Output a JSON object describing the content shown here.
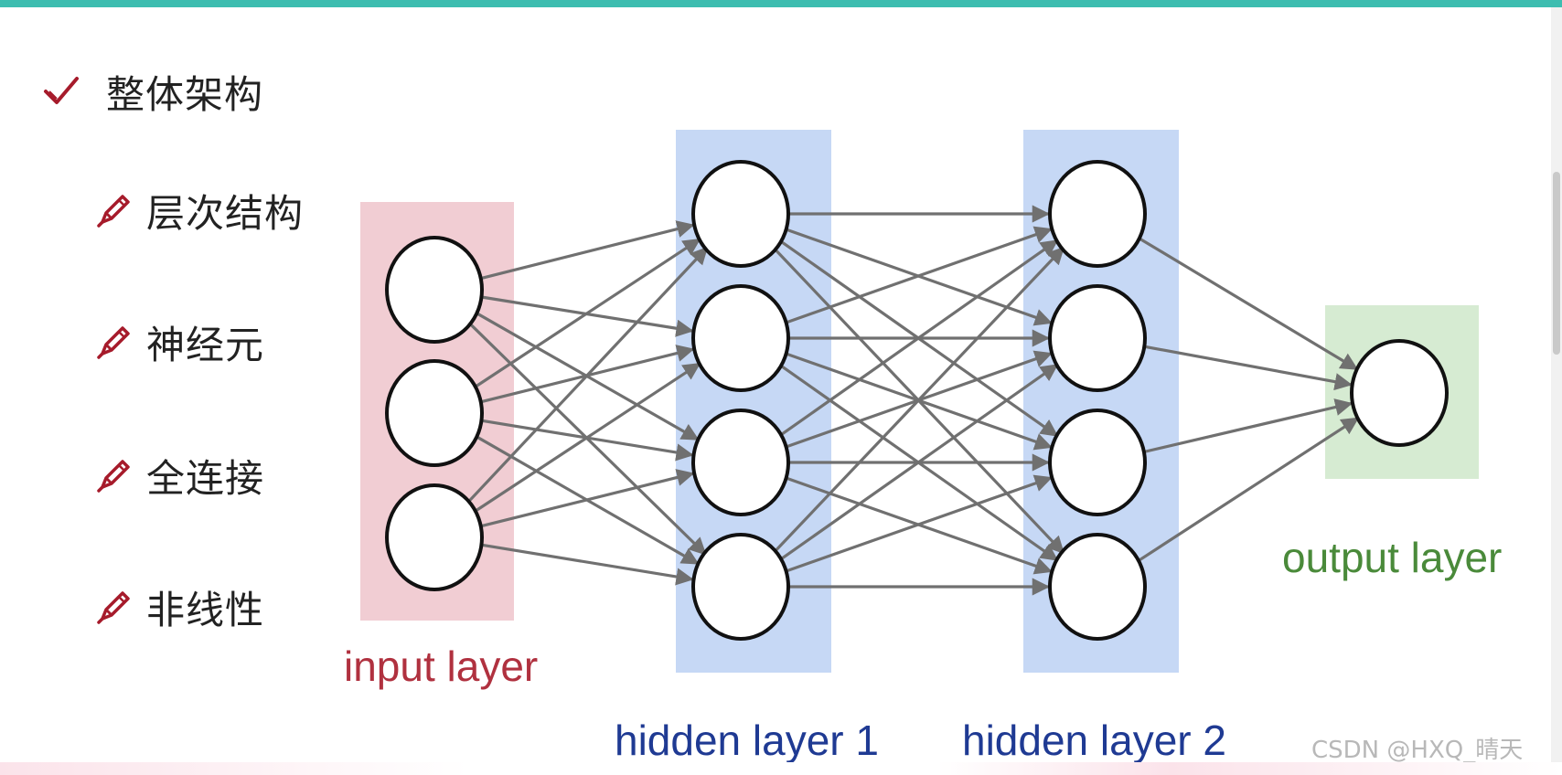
{
  "heading": {
    "text": "整体架构",
    "icon": "check-icon",
    "icon_color": "#a61b2b"
  },
  "items": [
    {
      "text": "层次结构",
      "icon": "pencil-icon"
    },
    {
      "text": "神经元",
      "icon": "pencil-icon"
    },
    {
      "text": "全连接",
      "icon": "pencil-icon"
    },
    {
      "text": "非线性",
      "icon": "pencil-icon"
    }
  ],
  "network": {
    "layer_sizes": [
      3,
      4,
      4,
      1
    ],
    "labels": {
      "input": "input layer",
      "hidden1": "hidden layer 1",
      "hidden2": "hidden layer 2",
      "output": "output layer"
    },
    "colors": {
      "input_panel": "#f1cdd3",
      "hidden_panel": "#c6d8f5",
      "output_panel": "#d6ebd2",
      "input_label": "#b0313f",
      "hidden_label": "#1f3a93",
      "output_label": "#4a8a3a",
      "edge": "#707070"
    }
  },
  "watermark": "CSDN @HXQ_晴天",
  "colors": {
    "top_bar": "#3dbdb0",
    "text": "#222222"
  }
}
